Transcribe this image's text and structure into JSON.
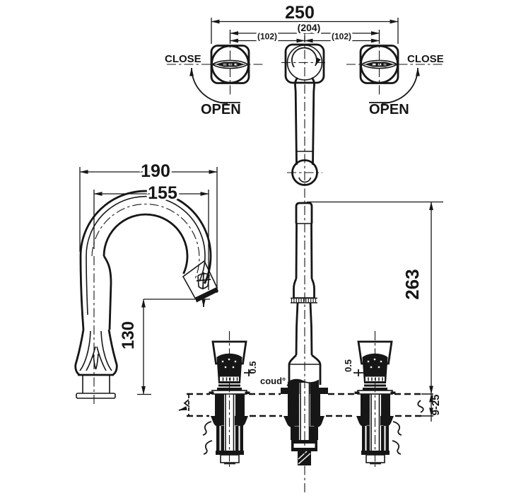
{
  "colors": {
    "ink": "#161616",
    "paper": "#ffffff"
  },
  "views": {
    "top": {
      "dim_overall_width": "250",
      "dim_handle_centers": "(204)",
      "dim_half_left": "(102)",
      "dim_half_right": "(102)",
      "left_handle": {
        "close_label": "CLOSE",
        "open_label": "OPEN"
      },
      "right_handle": {
        "close_label": "CLOSE",
        "open_label": "OPEN"
      }
    },
    "side": {
      "dim_overall_reach": "190",
      "dim_outlet_reach": "155",
      "dim_outlet_height": "130"
    },
    "front": {
      "dim_total_height": "263",
      "dim_handle_gap_left": "0.5",
      "dim_handle_gap_right": "0.5",
      "spout_note": "coud°",
      "dim_deck_thickness": "9-25"
    }
  }
}
